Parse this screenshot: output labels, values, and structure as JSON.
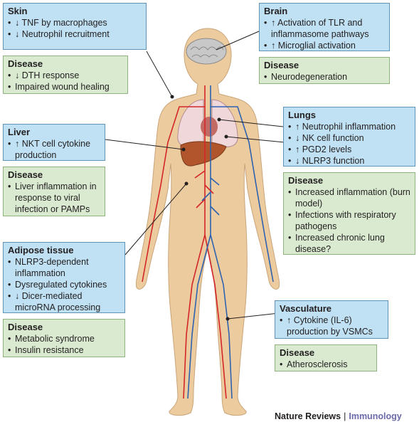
{
  "panels": {
    "skin": {
      "title": "Skin",
      "items": [
        "↓ TNF by macrophages",
        "↓ Neutrophil recruitment"
      ]
    },
    "skin_disease": {
      "title": "Disease",
      "items": [
        "↓ DTH response",
        "Impaired wound healing"
      ]
    },
    "liver": {
      "title": "Liver",
      "items": [
        "↑ NKT cell cytokine production"
      ]
    },
    "liver_disease": {
      "title": "Disease",
      "items": [
        "Liver inflammation in response to viral infection or PAMPs"
      ]
    },
    "adipose": {
      "title": "Adipose tissue",
      "items": [
        "NLRP3-dependent inflammation",
        "Dysregulated cytokines",
        "↓ Dicer-mediated microRNA processing"
      ]
    },
    "adipose_disease": {
      "title": "Disease",
      "items": [
        "Metabolic syndrome",
        "Insulin resistance"
      ]
    },
    "brain": {
      "title": "Brain",
      "items": [
        "↑ Activation of TLR and inflammasome pathways",
        "↑ Microglial activation"
      ]
    },
    "brain_disease": {
      "title": "Disease",
      "items": [
        "Neurodegeneration"
      ]
    },
    "lungs": {
      "title": "Lungs",
      "items": [
        "↑ Neutrophil inflammation",
        "↓ NK cell function",
        "↑ PGD2 levels",
        "↓ NLRP3 function"
      ]
    },
    "lungs_disease": {
      "title": "Disease",
      "items": [
        "Increased inflammation (burn model)",
        "Infections with respiratory pathogens",
        "Increased chronic lung disease?"
      ]
    },
    "vasculature": {
      "title": "Vasculature",
      "items": [
        "↑ Cytokine (IL-6) production by VSMCs"
      ]
    },
    "vasculature_disease": {
      "title": "Disease",
      "items": [
        "Atherosclerosis"
      ]
    }
  },
  "credit": {
    "journal": "Nature Reviews",
    "separator": "|",
    "subject": "Immunology"
  },
  "colors": {
    "panel_blue": "#bfe1f3",
    "panel_green": "#d9ead0",
    "skin_tone": "#eccb9f",
    "artery": "#d3262b",
    "vein": "#2f63b0",
    "liver": "#b0552c",
    "lung": "#f0d8da",
    "brain": "#c8c8c8"
  }
}
